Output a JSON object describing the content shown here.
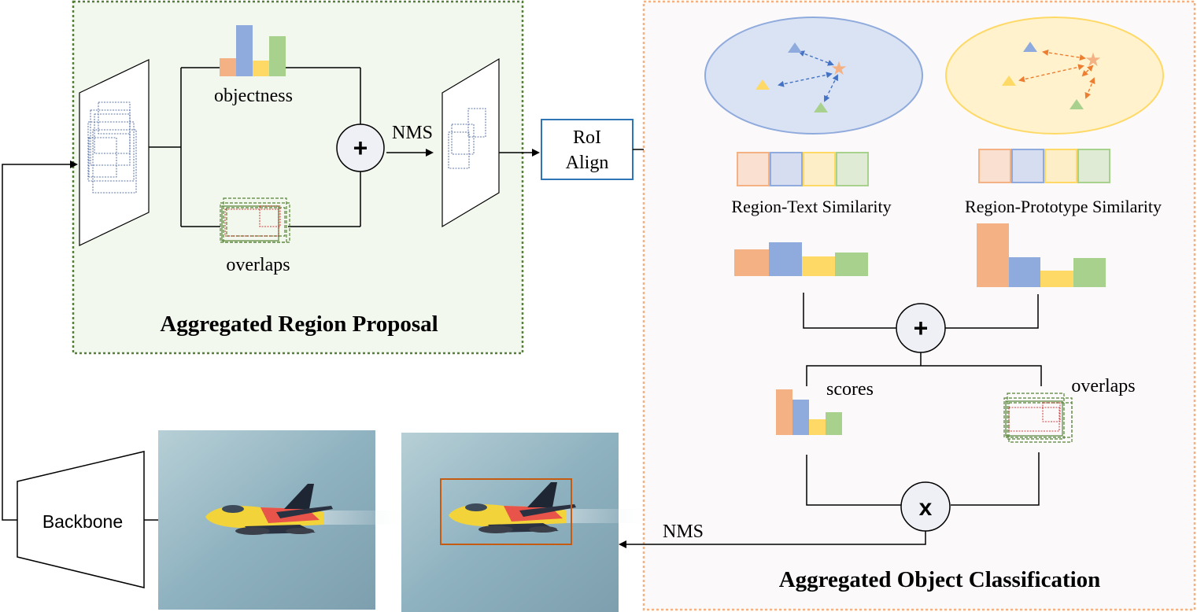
{
  "region_proposal": {
    "title": "Aggregated Region Proposal",
    "objectness_label": "objectness",
    "overlaps_label": "overlaps",
    "nms_label": "NMS",
    "plus_symbol": "+"
  },
  "roi": {
    "line1": "RoI",
    "line2": "Align"
  },
  "object_classification": {
    "title": "Aggregated Object Classification",
    "text_similarity_label": "Region-Text Similarity",
    "prototype_similarity_label": "Region-Prototype Similarity",
    "scores_label": "scores",
    "overlaps_label": "overlaps",
    "plus_symbol": "+",
    "multiply_symbol": "x",
    "nms_label": "NMS"
  },
  "backbone": {
    "label": "Backbone"
  },
  "colors": {
    "orange": "#f4b183",
    "blue": "#8faadc",
    "yellow": "#ffd966",
    "green": "#a9d18e",
    "proposal_border": "#548235",
    "classification_border": "#f4b183",
    "roi_border": "#2e75b6",
    "detection_box": "#c55a11"
  }
}
